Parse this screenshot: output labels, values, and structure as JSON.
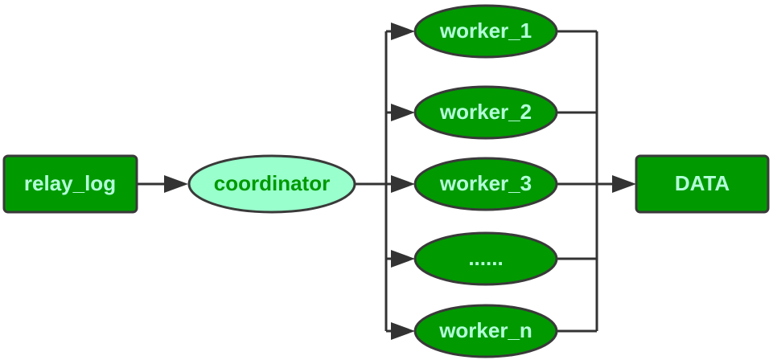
{
  "colors": {
    "node_fill": "#009900",
    "node_stroke": "#3a3a3a",
    "node_text": "#b3ffd9",
    "coordinator_fill": "#99ffcc",
    "coordinator_text": "#009900",
    "connector": "#333333"
  },
  "nodes": {
    "relay_log": "relay_log",
    "coordinator": "coordinator",
    "workers": [
      "worker_1",
      "worker_2",
      "worker_3",
      "......",
      "worker_n"
    ],
    "data": "DATA"
  }
}
